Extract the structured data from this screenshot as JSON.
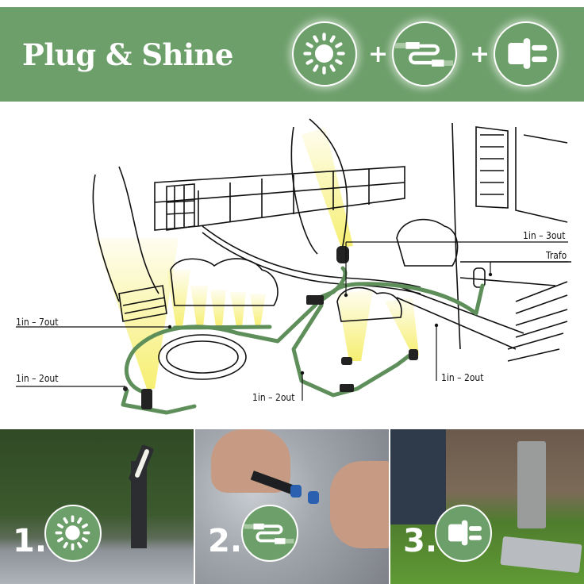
{
  "header": {
    "title": "Plug & Shine",
    "background_color": "#6d9f6a",
    "steps": [
      {
        "icon": "sun-icon",
        "label": "light"
      },
      {
        "separator": "+"
      },
      {
        "icon": "cable-icon",
        "label": "cable"
      },
      {
        "separator": "+"
      },
      {
        "icon": "plug-icon",
        "label": "plug"
      }
    ],
    "plus_1": "+",
    "plus_2": "+"
  },
  "diagram": {
    "labels": {
      "distributor_3out": "1in – 3out",
      "trafo": "Trafo",
      "distributor_7out": "1in – 7out",
      "distributor_2out_left": "1in – 2out",
      "distributor_2out_center": "1in – 2out",
      "distributor_2out_right": "1in – 2out"
    },
    "cable_color": "#5e8f5a",
    "light_color": "#f6ee6a"
  },
  "steps": [
    {
      "number": "1.",
      "icon": "sun-icon"
    },
    {
      "number": "2.",
      "icon": "cable-icon"
    },
    {
      "number": "3.",
      "icon": "plug-icon"
    }
  ]
}
